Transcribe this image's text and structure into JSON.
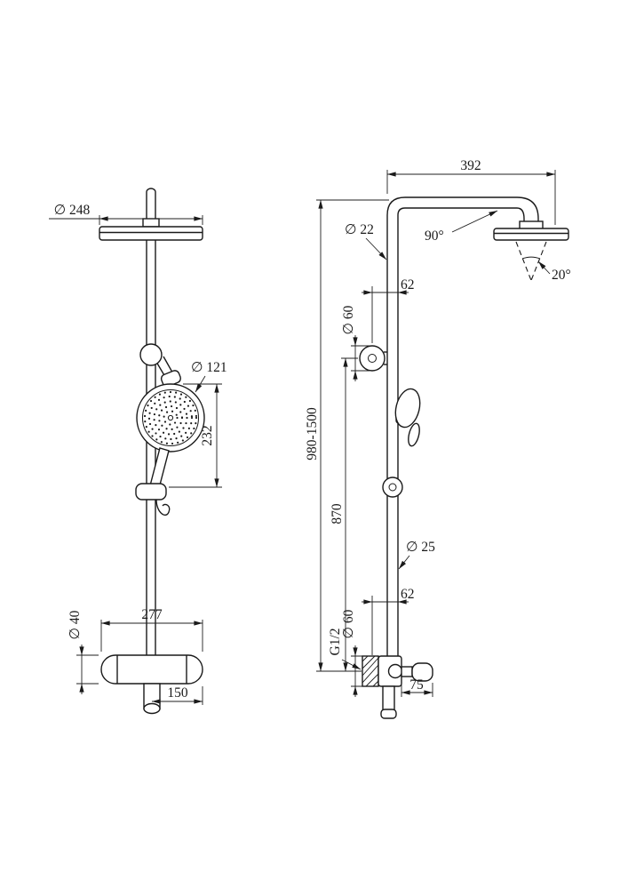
{
  "drawing": {
    "background": "#ffffff",
    "line_color": "#1a1a1a",
    "front_view": {
      "head_diameter": "∅ 248",
      "handset_diameter": "∅ 121",
      "handset_height": "232",
      "valve_width": "277",
      "valve_diameter": "∅ 40",
      "inlet_spacing": "150"
    },
    "side_view": {
      "arm_reach": "392",
      "pipe_diameter": "∅ 22",
      "arm_angle": "90°",
      "spray_angle": "20°",
      "top_bracket_offset": "62",
      "top_bracket_diameter": "∅ 60",
      "height_range": "980-1500",
      "bracket_spacing": "870",
      "slider_diameter": "∅ 25",
      "bottom_bracket_offset": "62",
      "bottom_valve_diameter": "∅ 60",
      "inlet_thread": "G1/2",
      "valve_depth": "75"
    }
  }
}
